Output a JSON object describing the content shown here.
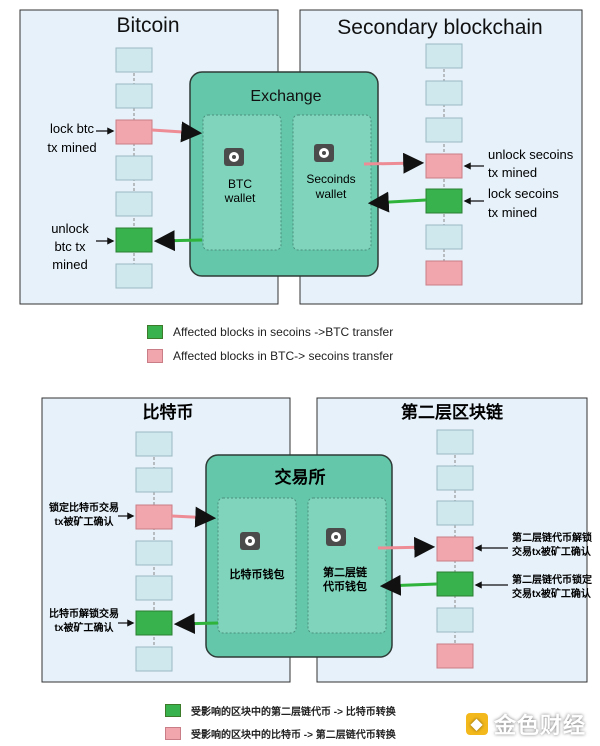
{
  "colors": {
    "panel_bg": "#e6f1fa",
    "exchange_bg": "#64c7a9",
    "wallet_bg": "#7fd4bb",
    "block_blue": "#cfe8ee",
    "block_pink": "#f1a6ad",
    "block_green": "#37b24d",
    "arrow_pink": "#ee8c95",
    "arrow_green": "#2fb33b"
  },
  "en": {
    "bitcoin_title": "Bitcoin",
    "secondary_title": "Secondary blockchain",
    "exchange_title": "Exchange",
    "btc_wallet_line1": "BTC",
    "btc_wallet_line2": "wallet",
    "secoinds_wallet_line1": "Secoinds",
    "secoinds_wallet_line2": "wallet",
    "lock_btc_line1": "lock btc",
    "lock_btc_line2": "tx mined",
    "unlock_btc_line1": "unlock",
    "unlock_btc_line2": "btc tx",
    "unlock_btc_line3": "mined",
    "unlock_secoins_line1": "unlock secoins",
    "unlock_secoins_line2": "tx mined",
    "lock_secoins_line1": "lock secoins",
    "lock_secoins_line2": "tx mined",
    "legend_green": "Affected blocks in secoins ->BTC transfer",
    "legend_pink": "Affected blocks in BTC-> secoins transfer"
  },
  "zh": {
    "bitcoin_title": "比特币",
    "secondary_title": "第二层区块链",
    "exchange_title": "交易所",
    "btc_wallet": "比特币钱包",
    "second_wallet_line1": "第二层链",
    "second_wallet_line2": "代币钱包",
    "lock_btc_line1": "锁定比特币交易",
    "lock_btc_line2": "tx被矿工确认",
    "unlock_btc_line1": "比特币解锁交易",
    "unlock_btc_line2": "tx被矿工确认",
    "unlock_second_line1": "第二层链代币解锁",
    "unlock_second_line2": "交易tx被矿工确认",
    "lock_second_line1": "第二层链代币锁定",
    "lock_second_line2": "交易tx被矿工确认",
    "legend_green": "受影响的区块中的第二层链代币 -> 比特币转换",
    "legend_pink": "受影响的区块中的比特币 -> 第二层链代币转换"
  },
  "watermark": "金色财经"
}
